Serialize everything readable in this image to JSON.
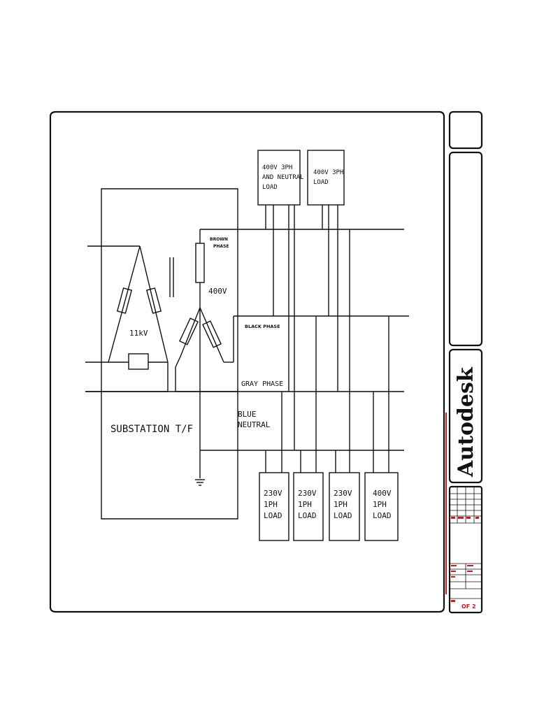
{
  "diagram": {
    "transformer_label": "SUBSTATION T/F",
    "primary_voltage": "11kV",
    "secondary_voltage": "400V",
    "phases": {
      "brown": "BROWN PHASE",
      "black": "BLACK PHASE",
      "gray": "GRAY PHASE",
      "blue": "BLUE NEUTRAL"
    },
    "loads_top": [
      {
        "line1": "400V 3PH",
        "line2": "AND NEUTRAL",
        "line3": "LOAD"
      },
      {
        "line1": "400V 3PH",
        "line2": "LOAD",
        "line3": ""
      }
    ],
    "loads_bottom": [
      {
        "line1": "230V",
        "line2": "1PH",
        "line3": "LOAD"
      },
      {
        "line1": "230V",
        "line2": "1PH",
        "line3": "LOAD"
      },
      {
        "line1": "230V",
        "line2": "1PH",
        "line3": "LOAD"
      },
      {
        "line1": "400V",
        "line2": "1PH",
        "line3": "LOAD"
      }
    ]
  },
  "title_block": {
    "brand": "Autodesk",
    "sheet": "OF 2"
  }
}
